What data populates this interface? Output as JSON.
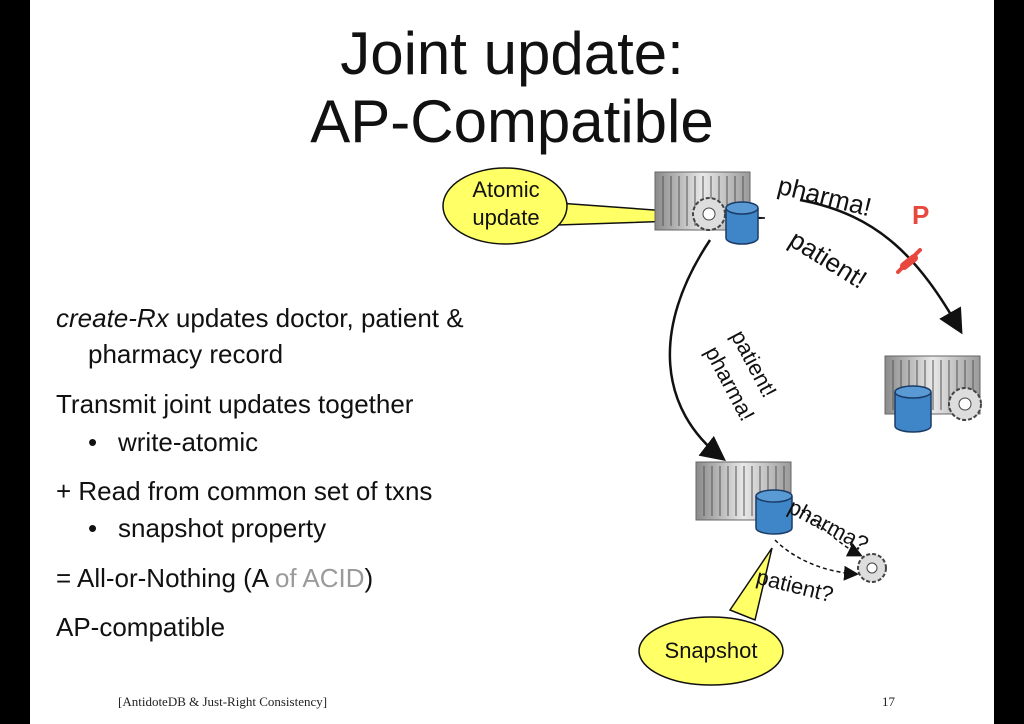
{
  "title": {
    "line1": "Joint update:",
    "line2": "AP-Compatible"
  },
  "body": {
    "l1_italic": "create-Rx",
    "l1_rest": " updates doctor, patient &",
    "l1_cont": "pharmacy record",
    "l2": "Transmit joint updates together",
    "l2_bullet": "write-atomic",
    "l3": "+ Read from common set of txns",
    "l3_bullet": "snapshot property",
    "l4_pre": "= All-or-Nothing (A ",
    "l4_muted": "of ACID",
    "l4_post": ")",
    "l5": "AP-compatible"
  },
  "bullet_char": "•",
  "diagram": {
    "atomic_line1": "Atomic",
    "atomic_line2": "update",
    "snapshot": "Snapshot",
    "arrow_top_pharma": "pharma!",
    "partition_marker": "P",
    "arrow_top_patient": "patient!",
    "arrow_left_patient": "patient!",
    "arrow_left_pharma": "pharma!",
    "dashed_pharma": "pharma?",
    "dashed_patient": "patient?",
    "callout_fill": "#ffff66",
    "partition_color": "#e8473d",
    "db_color": "#3f86c8"
  },
  "footer": {
    "citation": "[AntidoteDB & Just-Right Consistency]",
    "page": "17"
  }
}
